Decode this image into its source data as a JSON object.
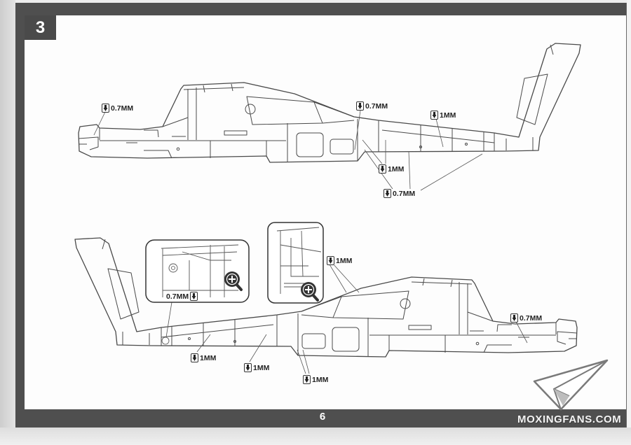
{
  "page": {
    "step_number": "3",
    "page_number": "6",
    "watermark": "MOXINGFANS.COM"
  },
  "callouts": {
    "top": [
      "0.7MM",
      "0.7MM",
      "1MM",
      "1MM",
      "0.7MM"
    ],
    "bottom": [
      "1MM",
      "0.7MM",
      "0.7MM",
      "1MM",
      "1MM",
      "1MM"
    ]
  },
  "icons": {
    "drill": "drill-bit-icon",
    "zoom": "zoom-in-icon",
    "logo": "paper-plane-logo"
  },
  "colors": {
    "frame_bar": "#4f4f4f",
    "step_box": "#4a4a4a",
    "paper": "#fdfdfd",
    "line_art": "#4a4a4a"
  }
}
